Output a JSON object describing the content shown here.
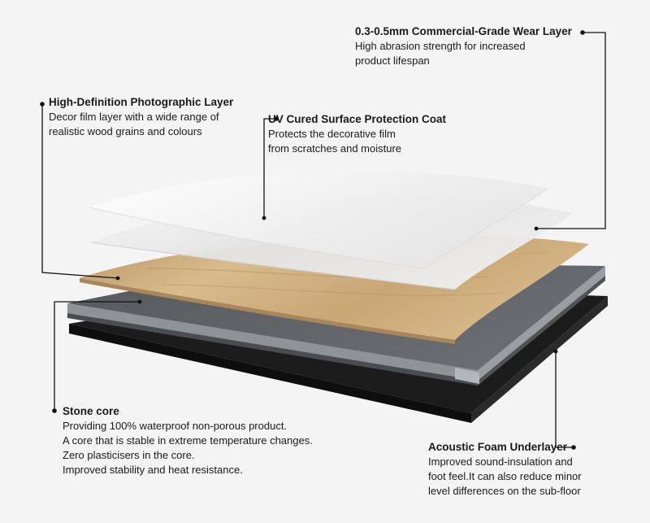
{
  "callouts": {
    "wear_layer": {
      "title": "0.3-0.5mm Commercial-Grade Wear Layer",
      "lines": [
        "High abrasion strength for increased",
        "product lifespan"
      ]
    },
    "photographic_layer": {
      "title": "High-Definition Photographic Layer",
      "lines": [
        "Decor film layer with a wide range of",
        "realistic wood grains and colours"
      ]
    },
    "uv_coat": {
      "title": "UV Cured Surface Protection Coat",
      "lines": [
        "Protects the decorative film",
        "from scratches and moisture"
      ]
    },
    "stone_core": {
      "title": "Stone core",
      "lines": [
        "Providing 100% waterproof non-porous product.",
        "A core that is stable in extreme temperature changes.",
        "Zero plasticisers in the core.",
        "Improved stability and heat resistance."
      ]
    },
    "foam_underlayer": {
      "title": "Acoustic Foam Underlayer",
      "lines": [
        "Improved sound-insulation and",
        "foot feel.It can also reduce minor",
        "level differences on the sub-floor"
      ]
    }
  },
  "colors": {
    "background": "#f4f4f4",
    "leader_line": "#111111",
    "foam": "#1c1c1c",
    "stone_core": "#5e6064",
    "stone_edge": "#8f9296",
    "wood": "#c8a878",
    "film": "#e8e8e8",
    "wear": "#f6f6f6"
  }
}
